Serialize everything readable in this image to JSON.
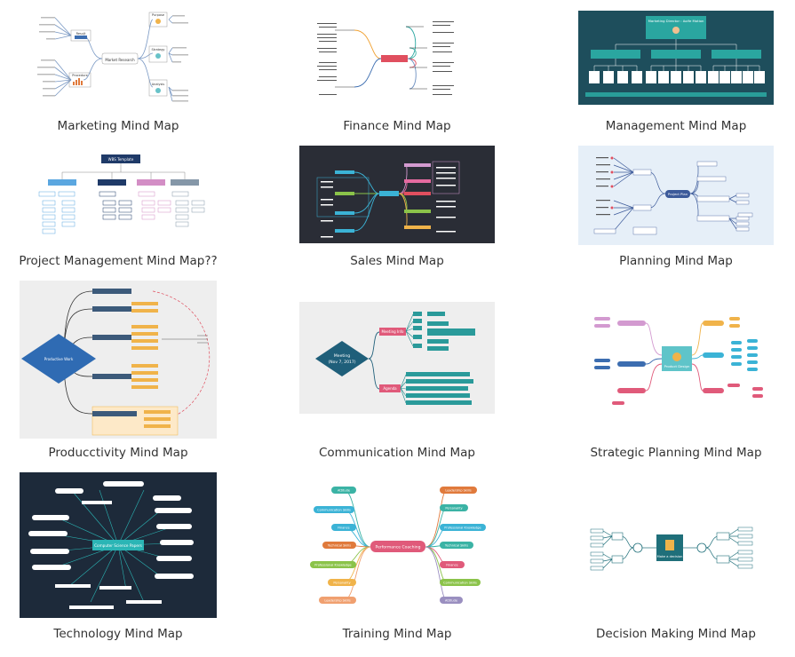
{
  "templates": [
    {
      "caption": "Marketing Mind Map",
      "labels": {
        "root": "Market Research",
        "n1": "Result",
        "n2": "Procedure",
        "n3": "Purpose",
        "n4": "Strategy",
        "n5": "Analysis"
      },
      "theme": {
        "bg": "#ffffff",
        "accent": "#5b8fd0"
      }
    },
    {
      "caption": "Finance Mind Map",
      "labels": {},
      "theme": {
        "bg": "#ffffff",
        "accent": "#e04f5f"
      }
    },
    {
      "caption": "Management Mind Map",
      "labels": {
        "root": "Marketing Director : Aoife Motion"
      },
      "theme": {
        "bg": "#1e4e5c",
        "accent": "#2aa6a0"
      }
    },
    {
      "caption": "Project Management Mind Map??",
      "labels": {
        "root": "WBS Template"
      },
      "theme": {
        "bg": "#ffffff",
        "accent": "#1f3a68"
      }
    },
    {
      "caption": "Sales Mind Map",
      "labels": {},
      "theme": {
        "bg": "#2a2d36",
        "accent": "#3bb3d6"
      }
    },
    {
      "caption": "Planning Mind Map",
      "labels": {
        "root": "Project Plan"
      },
      "theme": {
        "bg": "#e6eff8",
        "accent": "#3c5a9a"
      }
    },
    {
      "caption": "Producctivity Mind Map",
      "labels": {
        "root": "Productive Work"
      },
      "theme": {
        "bg": "#eeeeee",
        "accent": "#2f6bb3"
      }
    },
    {
      "caption": "Communication Mind Map",
      "labels": {
        "root_line1": "Meeting",
        "root_line2": "(Nov 7, 2017)",
        "b1": "Meeting Info",
        "b2": "Agenda"
      },
      "theme": {
        "bg": "#eeeeee",
        "accent": "#1f5f7a"
      }
    },
    {
      "caption": "Strategic Planning Mind Map",
      "labels": {
        "root": "Product Design"
      },
      "theme": {
        "bg": "#ffffff",
        "accent": "#5fc4c9"
      }
    },
    {
      "caption": "Technology Mind Map",
      "labels": {
        "root": "Computer Science Papers"
      },
      "theme": {
        "bg": "#1d2a3a",
        "accent": "#2bb5b5"
      }
    },
    {
      "caption": "Training Mind Map",
      "labels": {
        "root": "Performance Coaching",
        "l1": "Attitude",
        "l2": "Communication Skills",
        "l3": "Finance",
        "l4": "Technical Skills",
        "l5": "Professional Knowledge",
        "l6": "Personality",
        "l7": "Leadership Skills",
        "r1": "Leadership Skills",
        "r2": "Personality",
        "r3": "Professional Knowledge",
        "r4": "Technical Skills",
        "r5": "Finance",
        "r6": "Communication Skills",
        "r7": "Attitude"
      },
      "theme": {
        "bg": "#ffffff",
        "accent": "#e05a7a"
      }
    },
    {
      "caption": "Decision Making Mind Map",
      "labels": {
        "root": "Make a decision"
      },
      "theme": {
        "bg": "#ffffff",
        "accent": "#1f6f7a"
      }
    }
  ]
}
